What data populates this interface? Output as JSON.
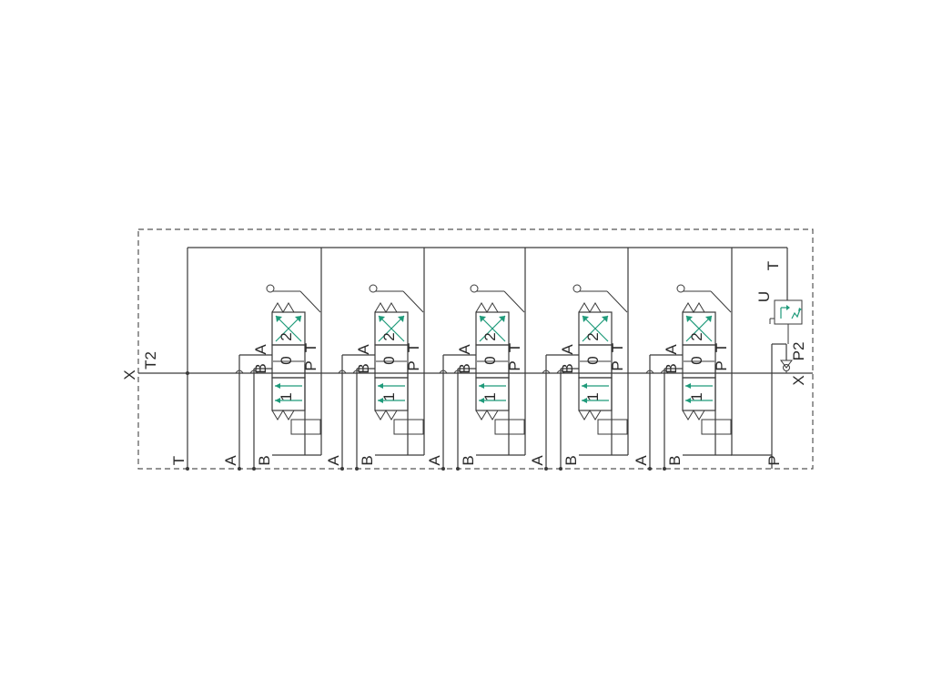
{
  "colors": {
    "line": "#3a3a3a",
    "flow": "#1f9a7a",
    "border": "#555555",
    "background": "#ffffff"
  },
  "ports": {
    "x_left": "X",
    "t2": "T2",
    "t": "T",
    "p": "P",
    "p2": "P2",
    "x_right": "X",
    "u": "U",
    "t_top": "T"
  },
  "valves": [
    {
      "a_in": "A",
      "b_in": "B",
      "pos0": "0",
      "pos1": "1",
      "pos2": "2",
      "p": "P",
      "t": "T",
      "a_out": "A",
      "b_out": "B"
    },
    {
      "a_in": "A",
      "b_in": "B",
      "pos0": "0",
      "pos1": "1",
      "pos2": "2",
      "p": "P",
      "t": "T",
      "a_out": "A",
      "b_out": "B"
    },
    {
      "a_in": "A",
      "b_in": "B",
      "pos0": "0",
      "pos1": "1",
      "pos2": "2",
      "p": "P",
      "t": "T",
      "a_out": "A",
      "b_out": "B"
    },
    {
      "a_in": "A",
      "b_in": "B",
      "pos0": "0",
      "pos1": "1",
      "pos2": "2",
      "p": "P",
      "t": "T",
      "a_out": "A",
      "b_out": "B"
    },
    {
      "a_in": "A",
      "b_in": "B",
      "pos0": "0",
      "pos1": "1",
      "pos2": "2",
      "p": "P",
      "t": "T",
      "a_out": "A",
      "b_out": "B"
    }
  ]
}
